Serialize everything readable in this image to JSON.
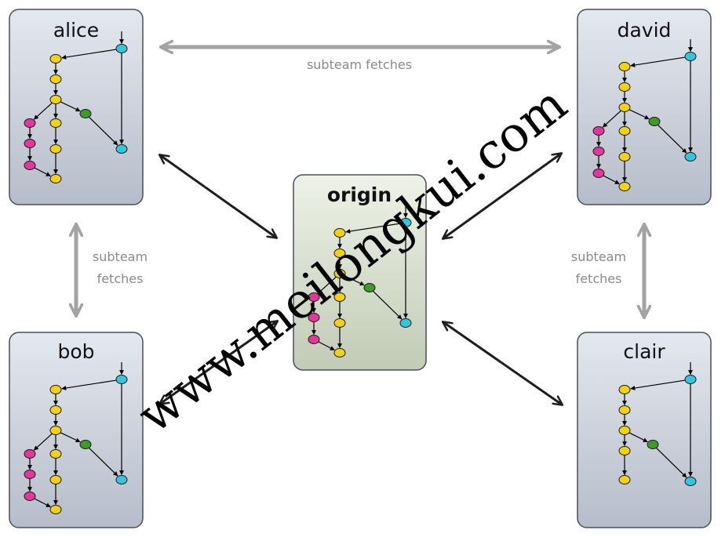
{
  "repos": {
    "alice": {
      "name": "alice"
    },
    "david": {
      "name": "david"
    },
    "origin": {
      "name": "origin"
    },
    "bob": {
      "name": "bob"
    },
    "clair": {
      "name": "clair"
    }
  },
  "labels": {
    "top_fetch": "subteam fetches",
    "left_fetch_line1": "subteam",
    "left_fetch_line2": "fetches",
    "right_fetch_line1": "subteam",
    "right_fetch_line2": "fetches"
  },
  "watermark": "www.meilongkui.com",
  "colors": {
    "commit_yellow": "#f2d11a",
    "commit_pink": "#e2389a",
    "commit_cyan": "#35c6de",
    "commit_green": "#3f9a2b",
    "box_gray_top": "#e2e6ee",
    "box_gray_bottom": "#b8bfcb",
    "box_green_top": "#eef2e8",
    "box_green_bottom": "#c4cdb8",
    "fetch_arrow": "#a3a3a3",
    "sync_arrow": "#1e1e1e"
  }
}
